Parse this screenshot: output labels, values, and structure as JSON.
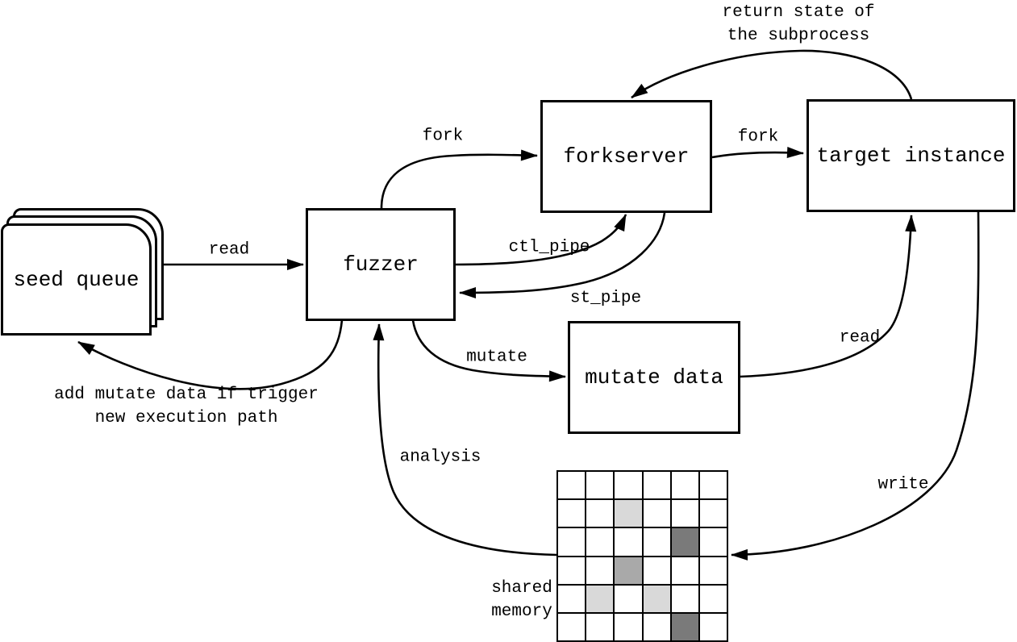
{
  "diagram": {
    "nodes": {
      "seed_queue": {
        "label": "seed queue"
      },
      "fuzzer": {
        "label": "fuzzer"
      },
      "forkserver": {
        "label": "forkserver"
      },
      "target_instance": {
        "label": "target instance"
      },
      "mutate_data": {
        "label": "mutate data"
      },
      "shared_memory": {
        "label_line1": "shared",
        "label_line2": "memory"
      }
    },
    "edges": {
      "read_seed_to_fuzzer": {
        "label": "read"
      },
      "fork_fuzzer_to_forkserver": {
        "label": "fork"
      },
      "fork_forkserver_to_target": {
        "label": "fork"
      },
      "return_state": {
        "label_line1": "return state of",
        "label_line2": "the subprocess"
      },
      "ctl_pipe": {
        "label": "ctl_pipe"
      },
      "st_pipe": {
        "label": "st_pipe"
      },
      "mutate": {
        "label": "mutate"
      },
      "read_mutate_to_target": {
        "label": "read"
      },
      "write": {
        "label": "write"
      },
      "analysis": {
        "label": "analysis"
      },
      "add_mutate": {
        "label_line1": "add mutate data if trigger",
        "label_line2": "new execution path"
      }
    },
    "shared_memory_grid": {
      "rows": 6,
      "cols": 6,
      "cell_colors": {
        "empty": "#ffffff",
        "light": "#d9d9d9",
        "medium": "#a9a9a9",
        "dark": "#7a7a7a"
      },
      "shaded_cells": [
        {
          "row": 1,
          "col": 2,
          "shade": "light"
        },
        {
          "row": 2,
          "col": 4,
          "shade": "dark"
        },
        {
          "row": 3,
          "col": 2,
          "shade": "medium"
        },
        {
          "row": 4,
          "col": 1,
          "shade": "light"
        },
        {
          "row": 4,
          "col": 3,
          "shade": "light"
        },
        {
          "row": 5,
          "col": 4,
          "shade": "dark"
        }
      ]
    },
    "colors": {
      "line": "#000000",
      "background": "#ffffff"
    }
  }
}
